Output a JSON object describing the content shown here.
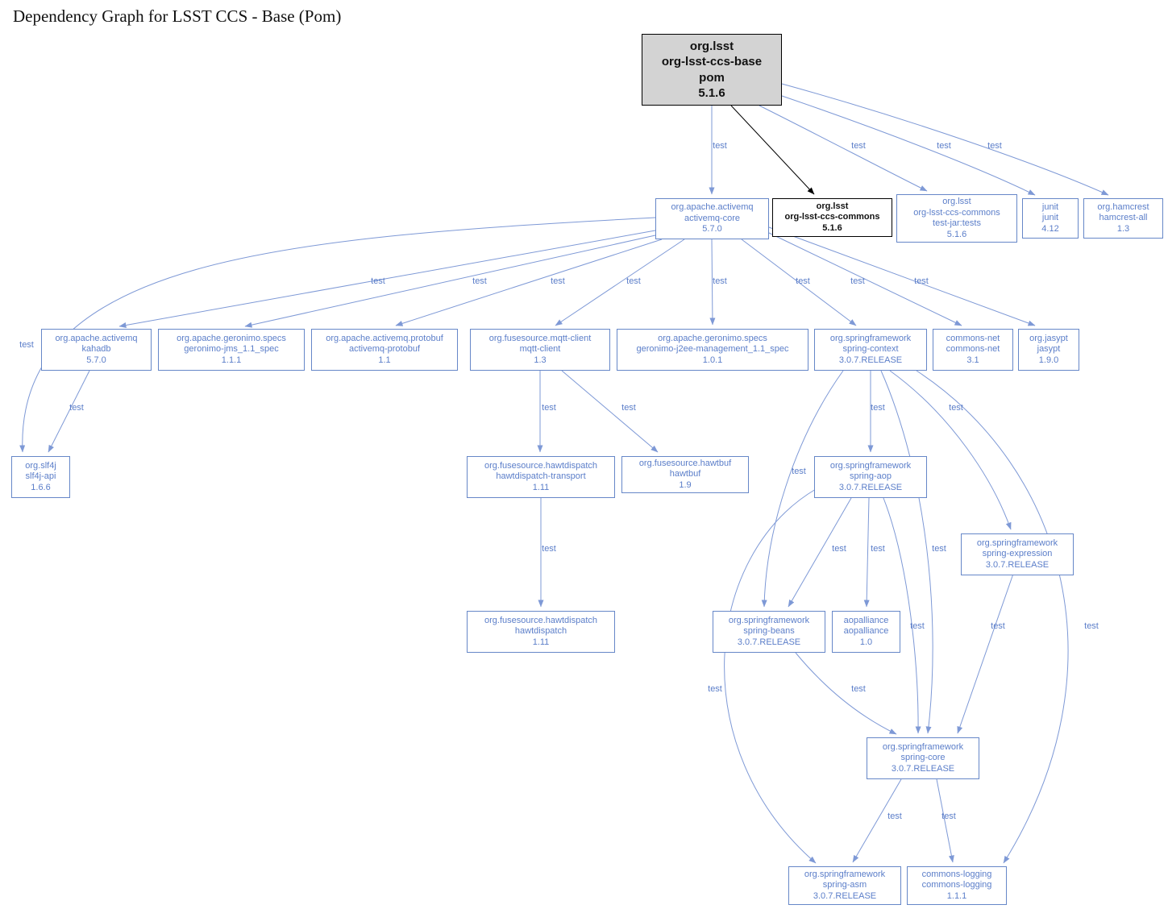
{
  "title": "Dependency Graph for LSST CCS - Base (Pom)",
  "colors": {
    "node_accent": "#6687c8",
    "node_text": "#5b7ec9",
    "edge": "#7e99d6",
    "root_fill": "#d3d3d3",
    "black_node": "#000000"
  },
  "nodes": [
    {
      "id": "org-lsst-ccs-base",
      "lines": [
        "org.lsst",
        "org-lsst-ccs-base",
        "pom",
        "5.1.6"
      ]
    },
    {
      "id": "activemq-core",
      "lines": [
        "org.apache.activemq",
        "activemq-core",
        "5.7.0"
      ]
    },
    {
      "id": "org-lsst-ccs-commons",
      "lines": [
        "org.lsst",
        "org-lsst-ccs-commons",
        "5.1.6"
      ]
    },
    {
      "id": "org-lsst-ccs-commons-tests",
      "lines": [
        "org.lsst",
        "org-lsst-ccs-commons",
        "test-jar:tests",
        "5.1.6"
      ]
    },
    {
      "id": "junit",
      "lines": [
        "junit",
        "junit",
        "4.12"
      ]
    },
    {
      "id": "hamcrest-all",
      "lines": [
        "org.hamcrest",
        "hamcrest-all",
        "1.3"
      ]
    },
    {
      "id": "kahadb",
      "lines": [
        "org.apache.activemq",
        "kahadb",
        "5.7.0"
      ]
    },
    {
      "id": "geronimo-jms",
      "lines": [
        "org.apache.geronimo.specs",
        "geronimo-jms_1.1_spec",
        "1.1.1"
      ]
    },
    {
      "id": "activemq-protobuf",
      "lines": [
        "org.apache.activemq.protobuf",
        "activemq-protobuf",
        "1.1"
      ]
    },
    {
      "id": "mqtt-client",
      "lines": [
        "org.fusesource.mqtt-client",
        "mqtt-client",
        "1.3"
      ]
    },
    {
      "id": "geronimo-j2ee-management",
      "lines": [
        "org.apache.geronimo.specs",
        "geronimo-j2ee-management_1.1_spec",
        "1.0.1"
      ]
    },
    {
      "id": "spring-context",
      "lines": [
        "org.springframework",
        "spring-context",
        "3.0.7.RELEASE"
      ]
    },
    {
      "id": "commons-net",
      "lines": [
        "commons-net",
        "commons-net",
        "3.1"
      ]
    },
    {
      "id": "jasypt",
      "lines": [
        "org.jasypt",
        "jasypt",
        "1.9.0"
      ]
    },
    {
      "id": "slf4j-api",
      "lines": [
        "org.slf4j",
        "slf4j-api",
        "1.6.6"
      ]
    },
    {
      "id": "hawtdispatch-transport",
      "lines": [
        "org.fusesource.hawtdispatch",
        "hawtdispatch-transport",
        "1.11"
      ]
    },
    {
      "id": "hawtbuf",
      "lines": [
        "org.fusesource.hawtbuf",
        "hawtbuf",
        "1.9"
      ]
    },
    {
      "id": "spring-aop",
      "lines": [
        "org.springframework",
        "spring-aop",
        "3.0.7.RELEASE"
      ]
    },
    {
      "id": "spring-expression",
      "lines": [
        "org.springframework",
        "spring-expression",
        "3.0.7.RELEASE"
      ]
    },
    {
      "id": "hawtdispatch",
      "lines": [
        "org.fusesource.hawtdispatch",
        "hawtdispatch",
        "1.11"
      ]
    },
    {
      "id": "spring-beans",
      "lines": [
        "org.springframework",
        "spring-beans",
        "3.0.7.RELEASE"
      ]
    },
    {
      "id": "aopalliance",
      "lines": [
        "aopalliance",
        "aopalliance",
        "1.0"
      ]
    },
    {
      "id": "spring-core",
      "lines": [
        "org.springframework",
        "spring-core",
        "3.0.7.RELEASE"
      ]
    },
    {
      "id": "spring-asm",
      "lines": [
        "org.springframework",
        "spring-asm",
        "3.0.7.RELEASE"
      ]
    },
    {
      "id": "commons-logging",
      "lines": [
        "commons-logging",
        "commons-logging",
        "1.1.1"
      ]
    }
  ],
  "edges": [
    {
      "from": "org-lsst-ccs-base",
      "to": "activemq-core",
      "label": "test"
    },
    {
      "from": "org-lsst-ccs-base",
      "to": "org-lsst-ccs-commons",
      "label": ""
    },
    {
      "from": "org-lsst-ccs-base",
      "to": "org-lsst-ccs-commons-tests",
      "label": "test"
    },
    {
      "from": "org-lsst-ccs-base",
      "to": "junit",
      "label": "test"
    },
    {
      "from": "org-lsst-ccs-base",
      "to": "hamcrest-all",
      "label": "test"
    },
    {
      "from": "activemq-core",
      "to": "slf4j-api",
      "label": "test"
    },
    {
      "from": "activemq-core",
      "to": "kahadb",
      "label": "test"
    },
    {
      "from": "activemq-core",
      "to": "geronimo-jms",
      "label": "test"
    },
    {
      "from": "activemq-core",
      "to": "activemq-protobuf",
      "label": "test"
    },
    {
      "from": "activemq-core",
      "to": "mqtt-client",
      "label": "test"
    },
    {
      "from": "activemq-core",
      "to": "geronimo-j2ee-management",
      "label": "test"
    },
    {
      "from": "activemq-core",
      "to": "spring-context",
      "label": "test"
    },
    {
      "from": "activemq-core",
      "to": "commons-net",
      "label": "test"
    },
    {
      "from": "activemq-core",
      "to": "jasypt",
      "label": "test"
    },
    {
      "from": "kahadb",
      "to": "slf4j-api",
      "label": "test"
    },
    {
      "from": "mqtt-client",
      "to": "hawtdispatch-transport",
      "label": "test"
    },
    {
      "from": "mqtt-client",
      "to": "hawtbuf",
      "label": "test"
    },
    {
      "from": "hawtdispatch-transport",
      "to": "hawtdispatch",
      "label": "test"
    },
    {
      "from": "spring-context",
      "to": "spring-aop",
      "label": "test"
    },
    {
      "from": "spring-context",
      "to": "spring-expression",
      "label": "test"
    },
    {
      "from": "spring-context",
      "to": "spring-beans",
      "label": "test"
    },
    {
      "from": "spring-context",
      "to": "spring-core",
      "label": "test"
    },
    {
      "from": "spring-context",
      "to": "commons-logging",
      "label": "test"
    },
    {
      "from": "spring-aop",
      "to": "spring-beans",
      "label": "test"
    },
    {
      "from": "spring-aop",
      "to": "aopalliance",
      "label": "test"
    },
    {
      "from": "spring-aop",
      "to": "spring-core",
      "label": "test"
    },
    {
      "from": "spring-aop",
      "to": "spring-asm",
      "label": "test"
    },
    {
      "from": "spring-expression",
      "to": "spring-core",
      "label": "test"
    },
    {
      "from": "spring-beans",
      "to": "spring-core",
      "label": "test"
    },
    {
      "from": "spring-core",
      "to": "spring-asm",
      "label": "test"
    },
    {
      "from": "spring-core",
      "to": "commons-logging",
      "label": "test"
    }
  ]
}
